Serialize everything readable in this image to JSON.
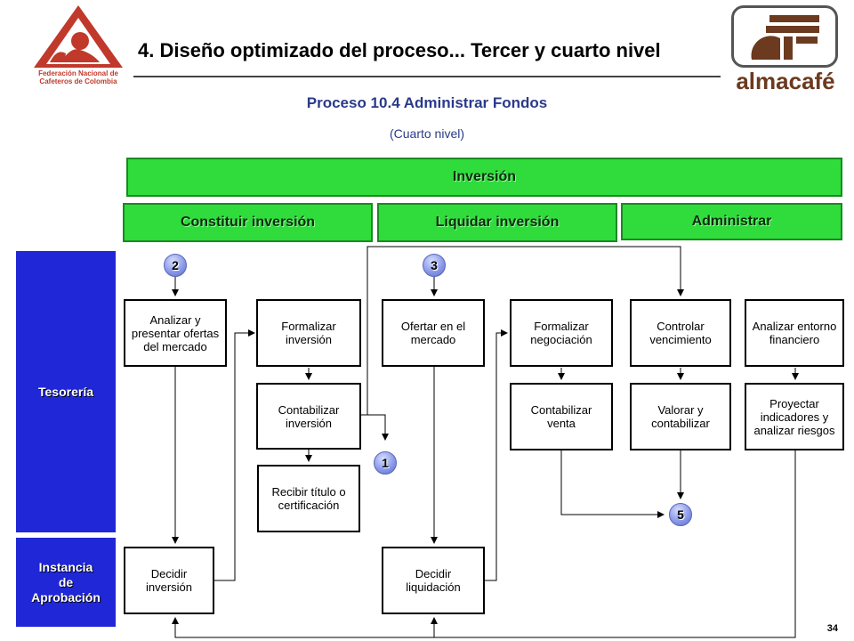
{
  "header": {
    "title": "4. Diseño optimizado del proceso... Tercer y cuarto nivel",
    "fnc_logo_text": "Federación Nacional de Cafeteros de Colombia",
    "almacafe_logo_text": "almacafé"
  },
  "subtitle": "Proceso 10.4 Administrar Fondos",
  "level": "(Cuarto nivel)",
  "bands": {
    "top": "Inversión",
    "constituir": "Constituir inversión",
    "liquidar": "Liquidar inversión",
    "administrar": "Administrar"
  },
  "lanes": {
    "tesoreria": "Tesorería",
    "instancia": "Instancia de Aprobación"
  },
  "boxes": {
    "analizar_presentar": "Analizar y presentar ofertas del mercado",
    "formalizar_inversion": "Formalizar inversión",
    "contabilizar_inversion": "Contabilizar inversión",
    "recibir_titulo": "Recibir título o certificación",
    "decidir_inversion": "Decidir inversión",
    "ofertar": "Ofertar en el mercado",
    "decidir_liquidacion": "Decidir liquidación",
    "formalizar_negociacion": "Formalizar negociación",
    "contabilizar_venta": "Contabilizar venta",
    "controlar_vencimiento": "Controlar vencimiento",
    "valorar_contabilizar": "Valorar y contabilizar",
    "analizar_entorno": "Analizar entorno financiero",
    "proyectar_indicadores": "Proyectar indicadores y analizar riesgos"
  },
  "connectors": {
    "c1": "1",
    "c2": "2",
    "c3": "3",
    "c5": "5"
  },
  "page_number": "34",
  "colors": {
    "band_green": "#2fdc3c",
    "lane_blue": "#1f27d6",
    "title_blue": "#2a3a8a",
    "fnc_red": "#c0392b",
    "almacafe_brown": "#6b3a1f"
  }
}
